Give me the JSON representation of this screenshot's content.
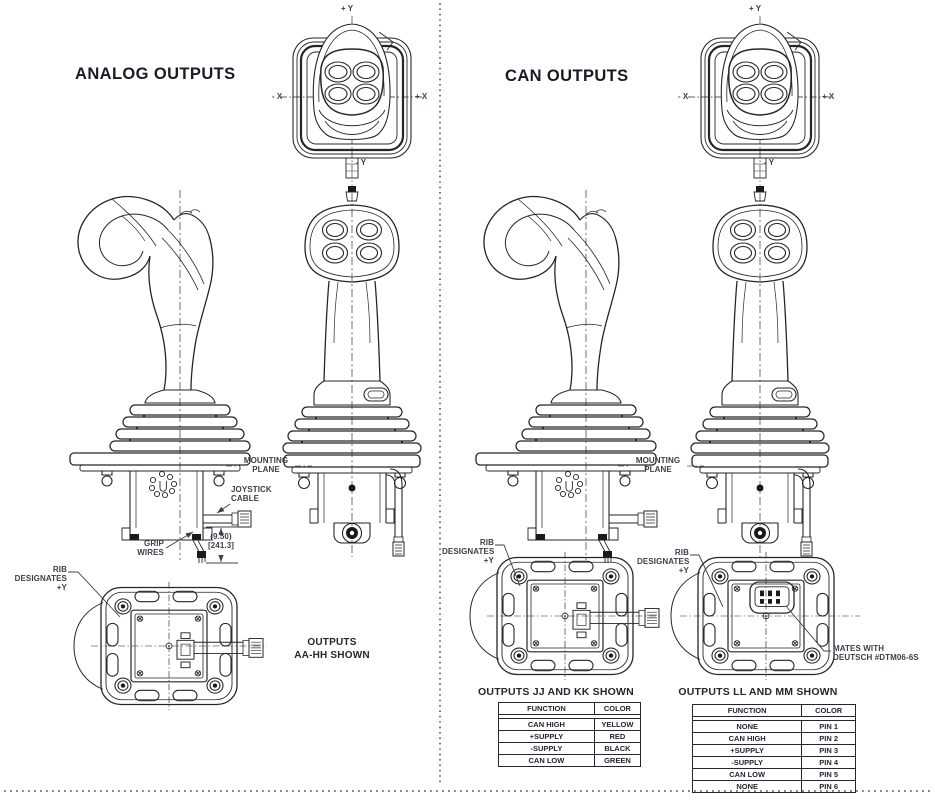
{
  "colors": {
    "ink": "#262626",
    "title_text": "#171b24",
    "annotation_text": "#3b4049",
    "background": "#ffffff"
  },
  "sections": {
    "analog": {
      "title": "ANALOG OUTPUTS",
      "outputs_caption": [
        "OUTPUTS",
        "AA-HH SHOWN"
      ]
    },
    "can": {
      "title": "CAN OUTPUTS",
      "caption_jj_kk": "OUTPUTS JJ AND KK SHOWN",
      "caption_ll_mm": "OUTPUTS LL AND MM SHOWN",
      "mates_label": [
        "MATES WITH",
        "DEUTSCH #DTM06-6S"
      ]
    }
  },
  "axis": {
    "pos_y": "+ Y",
    "neg_y": "- Y",
    "pos_x": "+ X",
    "neg_x": "- X"
  },
  "annotations": {
    "mounting_plane": [
      "MOUNTING",
      "PLANE"
    ],
    "joystick_cable": [
      "JOYSTICK",
      "CABLE"
    ],
    "grip_wires": [
      "GRIP",
      "WIRES"
    ],
    "dimension": [
      "(9.50)",
      "[241.3]"
    ],
    "rib_designates": [
      "RIB",
      "DESIGNATES",
      "+Y"
    ]
  },
  "tables": {
    "jj_kk": {
      "headers": [
        "FUNCTION",
        "COLOR"
      ],
      "rows": [
        [
          "CAN HIGH",
          "YELLOW"
        ],
        [
          "+SUPPLY",
          "RED"
        ],
        [
          "-SUPPLY",
          "BLACK"
        ],
        [
          "CAN LOW",
          "GREEN"
        ]
      ]
    },
    "ll_mm": {
      "headers": [
        "FUNCTION",
        "COLOR"
      ],
      "rows": [
        [
          "NONE",
          "PIN 1"
        ],
        [
          "CAN HIGH",
          "PIN 2"
        ],
        [
          "+SUPPLY",
          "PIN 3"
        ],
        [
          "-SUPPLY",
          "PIN 4"
        ],
        [
          "CAN LOW",
          "PIN 5"
        ],
        [
          "NONE",
          "PIN 6"
        ]
      ]
    }
  }
}
